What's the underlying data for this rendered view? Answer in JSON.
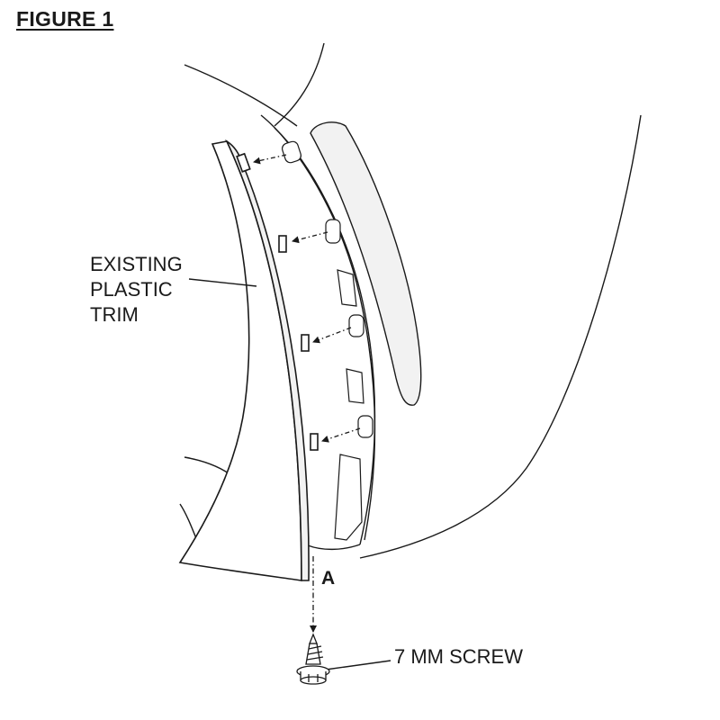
{
  "figure": {
    "title": "FIGURE 1"
  },
  "callouts": {
    "trim": [
      "EXISTING",
      "PLASTIC",
      "TRIM"
    ],
    "screw": "7 MM SCREW",
    "point": "A"
  },
  "colors": {
    "line": "#1a1a1a",
    "fill": "#ffffff",
    "shade": "#f2f2f2"
  }
}
